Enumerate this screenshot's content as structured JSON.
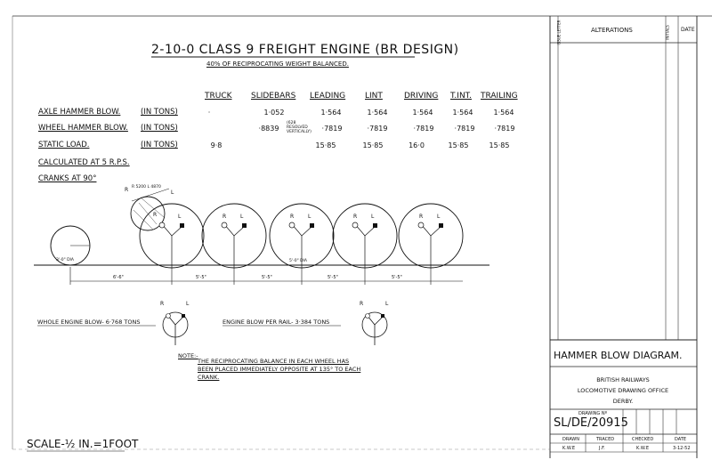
{
  "title": "2-10-0 CLASS 9 FREIGHT ENGINE (BR DESIGN)",
  "subtitle": "40% OF RECIPROCATING WEIGHT BALANCED.",
  "columns": [
    "TRUCK",
    "SLIDEBARS",
    "LEADING",
    "LINT",
    "DRIVING",
    "T.INT.",
    "TRAILING"
  ],
  "rows": [
    {
      "label": "AXLE HAMMER BLOW.",
      "unit": "(IN TONS)",
      "values": [
        "·",
        "1·052",
        "1·564",
        "1·564",
        "1·564",
        "1·564",
        "1·564"
      ]
    },
    {
      "label": "WHEEL HAMMER BLOW.",
      "unit": "(IN TONS)",
      "values": [
        "",
        "·8839",
        "·7819",
        "·7819",
        "·7819",
        "·7819",
        "·7819"
      ]
    },
    {
      "label": "STATIC LOAD.",
      "unit": "(IN TONS)",
      "values": [
        "9·8",
        "",
        "15·85",
        "15·85",
        "16·0",
        "15·85",
        "15·85"
      ]
    }
  ],
  "slidebar_note": "(628 RESOLVED VERTICALLY)",
  "calc_rps": "CALCULATED AT 5 R.P.S.",
  "cranks": "CRANKS AT 90°",
  "wheel_labels": {
    "r": "R",
    "l": "L"
  },
  "spacing": [
    "6'-6\"",
    "5'-5\"",
    "5'-5\"",
    "5'-5\"",
    "5'-5\""
  ],
  "truck_dia": "3'-0\" DIA",
  "driver_dia": "5'-0\" DIA",
  "crank_note": "R 5200 L 4870",
  "whole_engine": "WHOLE ENGINE BLOW- 6·768 TONS",
  "per_rail": "ENGINE BLOW PER RAIL- 3·384 TONS",
  "note_label": "NOTE:-",
  "note_lines": [
    "THE RECIPROCATING BALANCE IN EACH WHEEL HAS",
    "BEEN PLACED IMMEDIATELY OPPOSITE AT 135° TO EACH",
    "CRANK."
  ],
  "scale": "SCALE-½ IN.=1FOOT",
  "title_block": {
    "alterations": "ALTERATIONS",
    "issue_letter": "ISSUE LETTER",
    "initials": "INITIALS",
    "date_col": "DATE",
    "drawing_title": "HAMMER BLOW DIAGRAM.",
    "org1": "BRITISH RAILWAYS",
    "org2": "LOCOMOTIVE DRAWING OFFICE",
    "org3": "DERBY.",
    "drawing_no_label": "DRAWING Nº",
    "drawing_no": "SL/DE/20915",
    "drawn": "DRAWN",
    "traced": "TRACED",
    "checked": "CHECKED",
    "date": "DATE",
    "drawn_by": "K.W.E",
    "traced_by": "J.F.",
    "checked_by": "K.W.E",
    "date_val": "3-12-52"
  }
}
